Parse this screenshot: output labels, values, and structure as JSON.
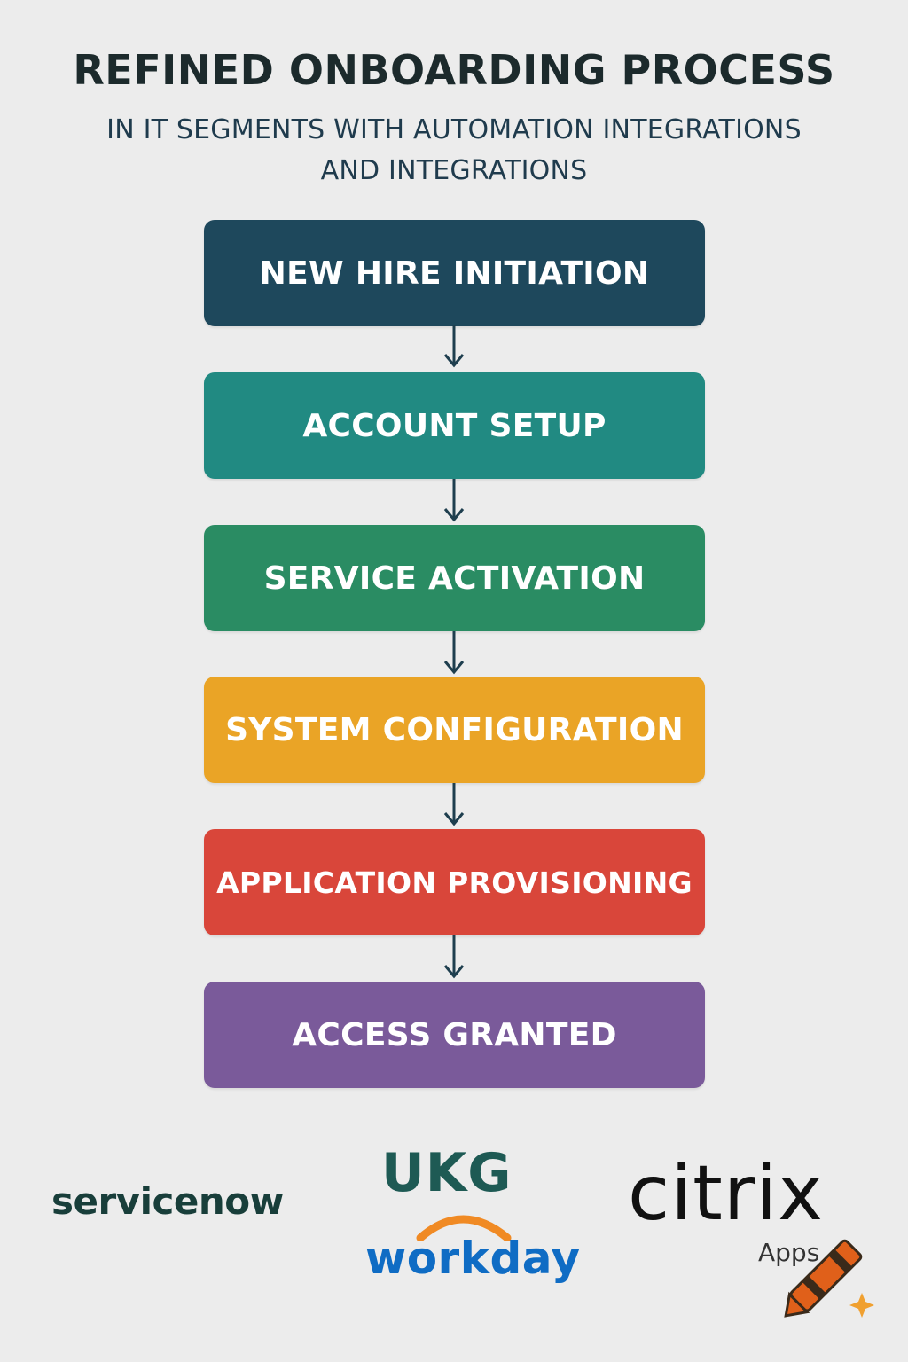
{
  "header": {
    "title": "REFINED ONBOARDING PROCESS",
    "subtitle_line1": "IN IT SEGMENTS WITH AUTOMATION INTEGRATIONS",
    "subtitle_line2": "AND INTEGRATIONS"
  },
  "steps": [
    {
      "label": "NEW HIRE INITIATION",
      "color": "#1e485c"
    },
    {
      "label": "ACCOUNT SETUP",
      "color": "#218a82"
    },
    {
      "label": "SERVICE ACTIVATION",
      "color": "#2a8c63"
    },
    {
      "label": "SYSTEM CONFIGURATION",
      "color": "#eaa426"
    },
    {
      "label": "APPLICATION PROVISIONING",
      "color": "#d9463a"
    },
    {
      "label": "ACCESS GRANTED",
      "color": "#7a5a9a"
    }
  ],
  "arrow_color": "#1e3e4e",
  "logos": {
    "servicenow": "servicenow",
    "ukg": "UKG",
    "workday": "workday",
    "citrix": "citrix",
    "citrix_sub": "Apps"
  },
  "icons": {
    "crayon": "crayon-icon",
    "sparkle": "sparkle-icon"
  }
}
